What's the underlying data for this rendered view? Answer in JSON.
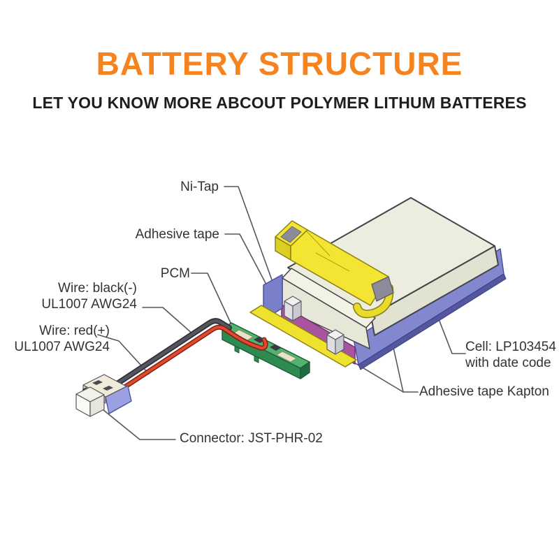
{
  "header": {
    "title": "BATTERY STRUCTURE",
    "subtitle": "LET YOU KNOW MORE ABCOUT POLYMER LITHUM BATTERES"
  },
  "colors": {
    "title_orange": "#F5831F",
    "label_text": "#333333",
    "cell_cream": "#EDEDDF",
    "kapton_periwinkle": "#8287D0",
    "adhesive_tape_yellow": "#F2E42E",
    "ni_strip_magenta": "#AA53A1",
    "pcm_green": "#53B26E",
    "wire_red": "#E2492E",
    "wire_black": "#55555F",
    "connector_lavender": "#9AA0E2"
  },
  "diagram": {
    "labels": {
      "ni_tap": "Ni-Tap",
      "adhesive_tape": "Adhesive tape",
      "pcm": "PCM",
      "wire_black_1": "Wire: black(-)",
      "wire_black_2": "UL1007 AWG24",
      "wire_red_1": "Wire: red(+)",
      "wire_red_2": "UL1007 AWG24",
      "cell_1": "Cell: LP103454",
      "cell_2": "with date code",
      "kapton": "Adhesive tape Kapton",
      "connector": "Connector: JST-PHR-02"
    }
  }
}
